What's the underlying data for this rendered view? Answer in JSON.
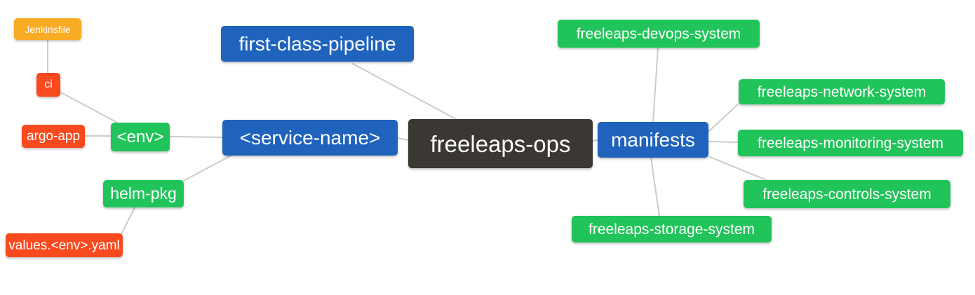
{
  "diagram": {
    "type": "mindmap",
    "root_label": "freeleaps-ops",
    "colors": {
      "blue": "#2063BC",
      "green": "#21C45A",
      "orange_red": "#F84A1E",
      "amber": "#FAAB24",
      "dark": "#3B3834",
      "edge_gray": "#CCCCCC",
      "text": "#FFFFFF",
      "background": "#FFFFFF"
    },
    "nodes": [
      {
        "id": "jenkinsfile",
        "label": "Jenkinsfile",
        "color": "#FAAB24"
      },
      {
        "id": "ci",
        "label": "ci",
        "color": "#F84A1E"
      },
      {
        "id": "argo-app",
        "label": "argo-app",
        "color": "#F84A1E"
      },
      {
        "id": "env",
        "label": "<env>",
        "color": "#21C45A"
      },
      {
        "id": "helm-pkg",
        "label": "helm-pkg",
        "color": "#21C45A"
      },
      {
        "id": "values-env-yaml",
        "label": "values.<env>.yaml",
        "color": "#F84A1E"
      },
      {
        "id": "first-class-pipeline",
        "label": "first-class-pipeline",
        "color": "#2063BC"
      },
      {
        "id": "service-name",
        "label": "<service-name>",
        "color": "#2063BC"
      },
      {
        "id": "freeleaps-ops",
        "label": "freeleaps-ops",
        "color": "#3B3834"
      },
      {
        "id": "manifests",
        "label": "manifests",
        "color": "#2063BC"
      },
      {
        "id": "devops-system",
        "label": "freeleaps-devops-system",
        "color": "#21C45A"
      },
      {
        "id": "network-system",
        "label": "freeleaps-network-system",
        "color": "#21C45A"
      },
      {
        "id": "monitoring-system",
        "label": "freeleaps-monitoring-system",
        "color": "#21C45A"
      },
      {
        "id": "controls-system",
        "label": "freeleaps-controls-system",
        "color": "#21C45A"
      },
      {
        "id": "storage-system",
        "label": "freeleaps-storage-system",
        "color": "#21C45A"
      }
    ],
    "edges": [
      [
        "jenkinsfile",
        "ci"
      ],
      [
        "ci",
        "env"
      ],
      [
        "argo-app",
        "env"
      ],
      [
        "env",
        "service-name"
      ],
      [
        "helm-pkg",
        "service-name"
      ],
      [
        "values-env-yaml",
        "helm-pkg"
      ],
      [
        "first-class-pipeline",
        "freeleaps-ops"
      ],
      [
        "service-name",
        "freeleaps-ops"
      ],
      [
        "freeleaps-ops",
        "manifests"
      ],
      [
        "devops-system",
        "manifests"
      ],
      [
        "manifests",
        "network-system"
      ],
      [
        "manifests",
        "monitoring-system"
      ],
      [
        "manifests",
        "controls-system"
      ],
      [
        "manifests",
        "storage-system"
      ]
    ]
  }
}
